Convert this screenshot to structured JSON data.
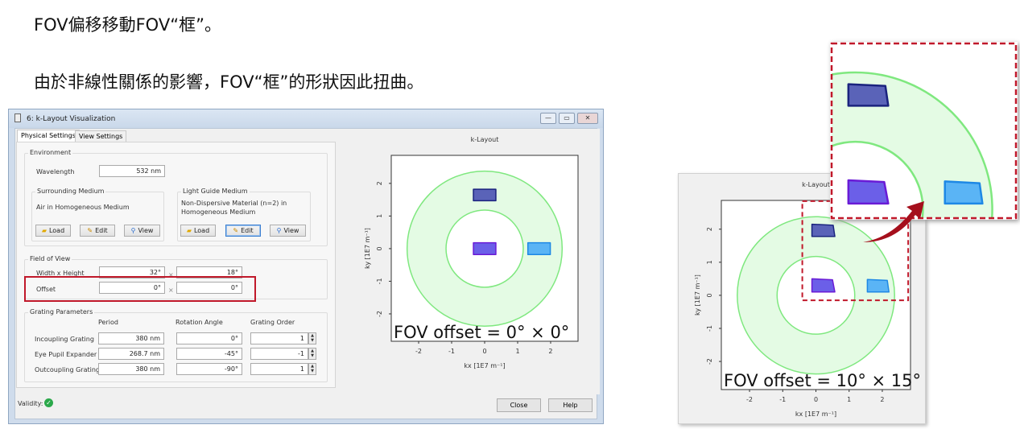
{
  "slide": {
    "line1": "FOV偏移移動FOV“框”。",
    "line2": "由於非線性關係的影響，FOV“框”的形狀因此扭曲。"
  },
  "window": {
    "title": "6: k-Layout Visualization",
    "controls": {
      "minimize": "—",
      "restore": "▭",
      "close": "✕"
    },
    "tabs": [
      {
        "label": "Physical Settings",
        "active": true
      },
      {
        "label": "View Settings",
        "active": false
      }
    ],
    "environment": {
      "legend": "Environment",
      "wavelength_label": "Wavelength",
      "wavelength_value": "532 nm",
      "surrounding": {
        "legend": "Surrounding Medium",
        "text": "Air in Homogeneous Medium"
      },
      "light_guide": {
        "legend": "Light Guide Medium",
        "text1": "Non-Dispersive Material (n=2) in",
        "text2": "Homogeneous Medium"
      },
      "buttons": {
        "load": "Load",
        "edit": "Edit",
        "view": "View"
      }
    },
    "fov": {
      "legend": "Field of View",
      "size_label": "Width x Height",
      "width": "32°",
      "height": "18°",
      "offset_label": "Offset",
      "offset_x": "0°",
      "offset_y": "0°",
      "times": "×"
    },
    "grating": {
      "legend": "Grating Parameters",
      "headers": [
        "Period",
        "Rotation Angle",
        "Grating Order"
      ],
      "rows": [
        {
          "name": "Incoupling Grating",
          "period": "380 nm",
          "angle": "0°",
          "order": "1"
        },
        {
          "name": "Eye Pupil Expander",
          "period": "268.7 nm",
          "angle": "-45°",
          "order": "-1"
        },
        {
          "name": "Outcoupling Grating",
          "period": "380 nm",
          "angle": "-90°",
          "order": "1"
        }
      ]
    },
    "validity_label": "Validity:",
    "close_label": "Close",
    "help_label": "Help"
  },
  "colors": {
    "ring_fill": "#e4fbe4",
    "ring_stroke": "#7fe87f",
    "highlight": "#c0182a",
    "ok": "#2aa84a"
  },
  "chart_data": [
    {
      "type": "scatter",
      "title": "k-Layout",
      "xlabel": "kx [1E7 m⁻¹]",
      "ylabel": "ky [1E7 m⁻¹]",
      "xlim": [
        -2.83,
        2.83
      ],
      "ylim": [
        -2.84,
        2.86
      ],
      "xticks": [
        "-2",
        "-1",
        "0",
        "1",
        "2"
      ],
      "yticks": [
        "-2",
        "-1",
        "0",
        "1",
        "2"
      ],
      "annotation": "FOV offset = 0° × 0°",
      "ring": {
        "inner_radius": 1.17,
        "outer_radius": 2.35
      },
      "regions": [
        {
          "name": "eye-pupil-expander-fov",
          "fill": "#5a63b8",
          "stroke": "#1a237e",
          "points": [
            [
              -0.34,
              1.82
            ],
            [
              0.34,
              1.82
            ],
            [
              0.34,
              1.47
            ],
            [
              -0.34,
              1.47
            ]
          ]
        },
        {
          "name": "incoupling-fov",
          "fill": "#6b5fe8",
          "stroke": "#6a1bd6",
          "points": [
            [
              -0.34,
              0.18
            ],
            [
              0.34,
              0.18
            ],
            [
              0.34,
              -0.18
            ],
            [
              -0.34,
              -0.18
            ]
          ]
        },
        {
          "name": "outcoupling-fov",
          "fill": "#5ab4f5",
          "stroke": "#1e88e5",
          "points": [
            [
              1.31,
              0.18
            ],
            [
              1.99,
              0.18
            ],
            [
              1.99,
              -0.18
            ],
            [
              1.31,
              -0.18
            ]
          ]
        }
      ]
    },
    {
      "type": "scatter",
      "title": "k-Layout",
      "xlabel": "kx [1E7 m⁻¹]",
      "ylabel": "ky [1E7 m⁻¹]",
      "xlim": [
        -2.85,
        2.85
      ],
      "ylim": [
        -2.85,
        2.87
      ],
      "xticks": [
        "-2",
        "-1",
        "0",
        "1",
        "2"
      ],
      "yticks": [
        "-2",
        "-1",
        "0",
        "1",
        "2"
      ],
      "annotation": "FOV offset = 10° × 15°",
      "ring": {
        "inner_radius": 1.17,
        "outer_radius": 2.37
      },
      "zoom_region": {
        "xlim": [
          -0.41,
          2.78
        ],
        "ylim": [
          -0.15,
          2.85
        ]
      },
      "regions": [
        {
          "name": "eye-pupil-expander-fov",
          "fill": "#5a63b8",
          "stroke": "#1a237e",
          "points": [
            [
              -0.12,
              2.15
            ],
            [
              0.52,
              2.12
            ],
            [
              0.57,
              1.78
            ],
            [
              -0.12,
              1.78
            ]
          ]
        },
        {
          "name": "incoupling-fov",
          "fill": "#6b5fe8",
          "stroke": "#6a1bd6",
          "points": [
            [
              -0.12,
              0.5
            ],
            [
              0.5,
              0.47
            ],
            [
              0.57,
              0.1
            ],
            [
              -0.12,
              0.1
            ]
          ]
        },
        {
          "name": "outcoupling-fov",
          "fill": "#5ab4f5",
          "stroke": "#1e88e5",
          "points": [
            [
              1.55,
              0.48
            ],
            [
              2.15,
              0.45
            ],
            [
              2.2,
              0.1
            ],
            [
              1.55,
              0.1
            ]
          ]
        }
      ]
    }
  ]
}
